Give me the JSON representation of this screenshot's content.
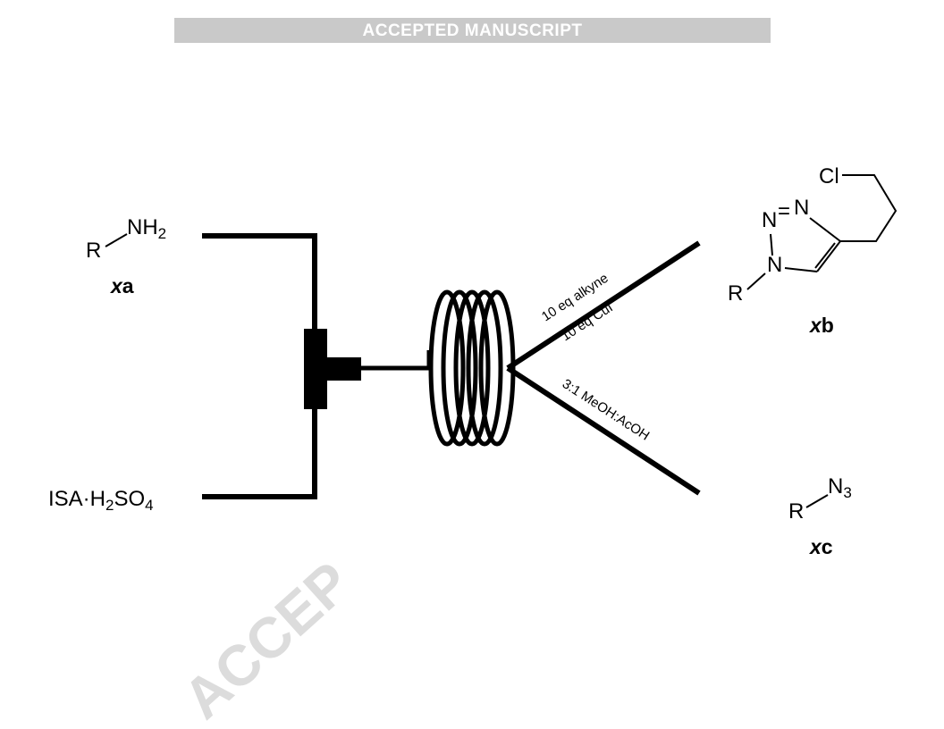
{
  "banner": {
    "text": "ACCEPTED MANUSCRIPT"
  },
  "watermark": {
    "text": "ACCEP"
  },
  "reagents": {
    "amine": {
      "r": "R",
      "group": "NH",
      "sub": "2",
      "label_italic": "x",
      "label_bold": "a"
    },
    "isa": {
      "main": "ISA·H",
      "sub1": "2",
      "mid": "SO",
      "sub2": "4"
    }
  },
  "branches": {
    "upper": {
      "line1": "10 eq alkyne",
      "line2": "10 eq CuI"
    },
    "lower": {
      "line1": "3:1 MeOH:AcOH"
    }
  },
  "products": {
    "triazole": {
      "cl": "Cl",
      "n_top_left": "N",
      "eq": "=",
      "n_top_right": "N",
      "n1": "N",
      "r": "R",
      "label_italic": "x",
      "label_bold": "b"
    },
    "azide": {
      "r": "R",
      "group": "N",
      "sub": "3",
      "label_italic": "x",
      "label_bold": "c"
    }
  },
  "colors": {
    "banner_bg": "#c9c9c9",
    "banner_text": "#ffffff",
    "line": "#000000",
    "watermark": "#dcdcdc"
  }
}
